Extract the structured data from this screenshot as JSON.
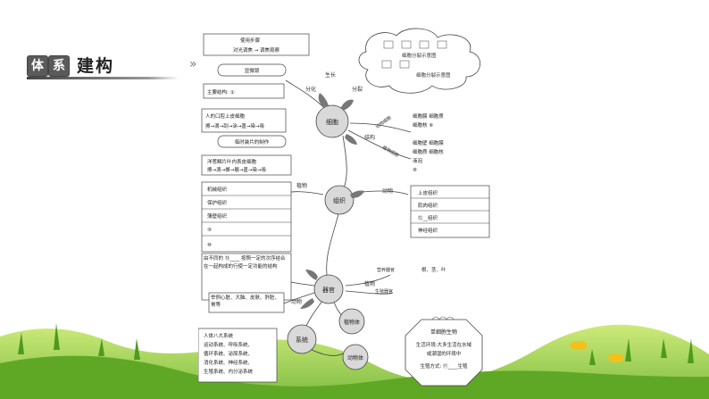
{
  "banner": {
    "char1": "体",
    "char2": "系",
    "rest": "建构",
    "arrow": "»"
  },
  "nodes": {
    "cell": "细胞",
    "tissue": "组织",
    "organ": "器官",
    "system": "系统",
    "plant_body": "植物体",
    "animal_body": "动物体"
  },
  "left_boxes": {
    "usage_title": "使用步骤",
    "usage_steps": "对光调焦 → 调焦观察",
    "microscope": "显微镜",
    "main_structure": "主要结构: ①",
    "cheek_cell": "人的口腔上皮细胞",
    "cheek_steps": "擦→滴→刮→涂→盖→染→吸",
    "slide_making": "临时装片的制作",
    "onion_cell": "洋葱鳞片叶内表皮细胞",
    "onion_steps": "擦→滴→撕→展→盖→染→吸"
  },
  "labels": {
    "growth": "生长",
    "differentiation": "分化",
    "division": "分裂",
    "structure": "结构",
    "animal_cell": "动物细胞",
    "plant_cell": "植物细胞",
    "plant_t": "植物",
    "animal_t": "动物",
    "plant_o": "植物",
    "animal_o": "动物",
    "vegetative": "营养器官",
    "reproductive": "生殖器官"
  },
  "cloud": {
    "line1": "细胞分裂示意图",
    "line2": "细胞分裂示意图"
  },
  "cell_structure": {
    "animal": [
      "细胞膜  细胞质",
      "细胞核 ⑥"
    ],
    "plant": [
      "细胞壁  细胞膜",
      "细胞质  细胞核",
      "液泡",
      "⑧"
    ]
  },
  "plant_tissues": [
    "机械组织",
    "保护组织",
    "薄壁组织",
    "⑨",
    "⑩"
  ],
  "animal_tissues": [
    "上皮组织",
    "肌肉组织",
    "⑫__组织",
    "神经组织"
  ],
  "organ_def": "由不同的 ⑬____ 按照一定的次序结合在一起构成的行使一定功能的结构",
  "animal_organs": "举例心脏、大脑、皮肤、肝脏、胃等",
  "plant_organs": "根、茎、叶",
  "repro_organs": "",
  "human_systems": [
    "人体八大系统",
    "运动系统、呼吸系统、",
    "循环系统、泌尿系统、",
    "消化系统、神经系统、",
    "生殖系统、内分泌系统"
  ],
  "unicellular": {
    "title": "单细胞生物",
    "line1": "生活环境:大多生活在水域",
    "line2": "或潮湿的环境中",
    "line3": "生殖方式: ⑰____生殖"
  }
}
